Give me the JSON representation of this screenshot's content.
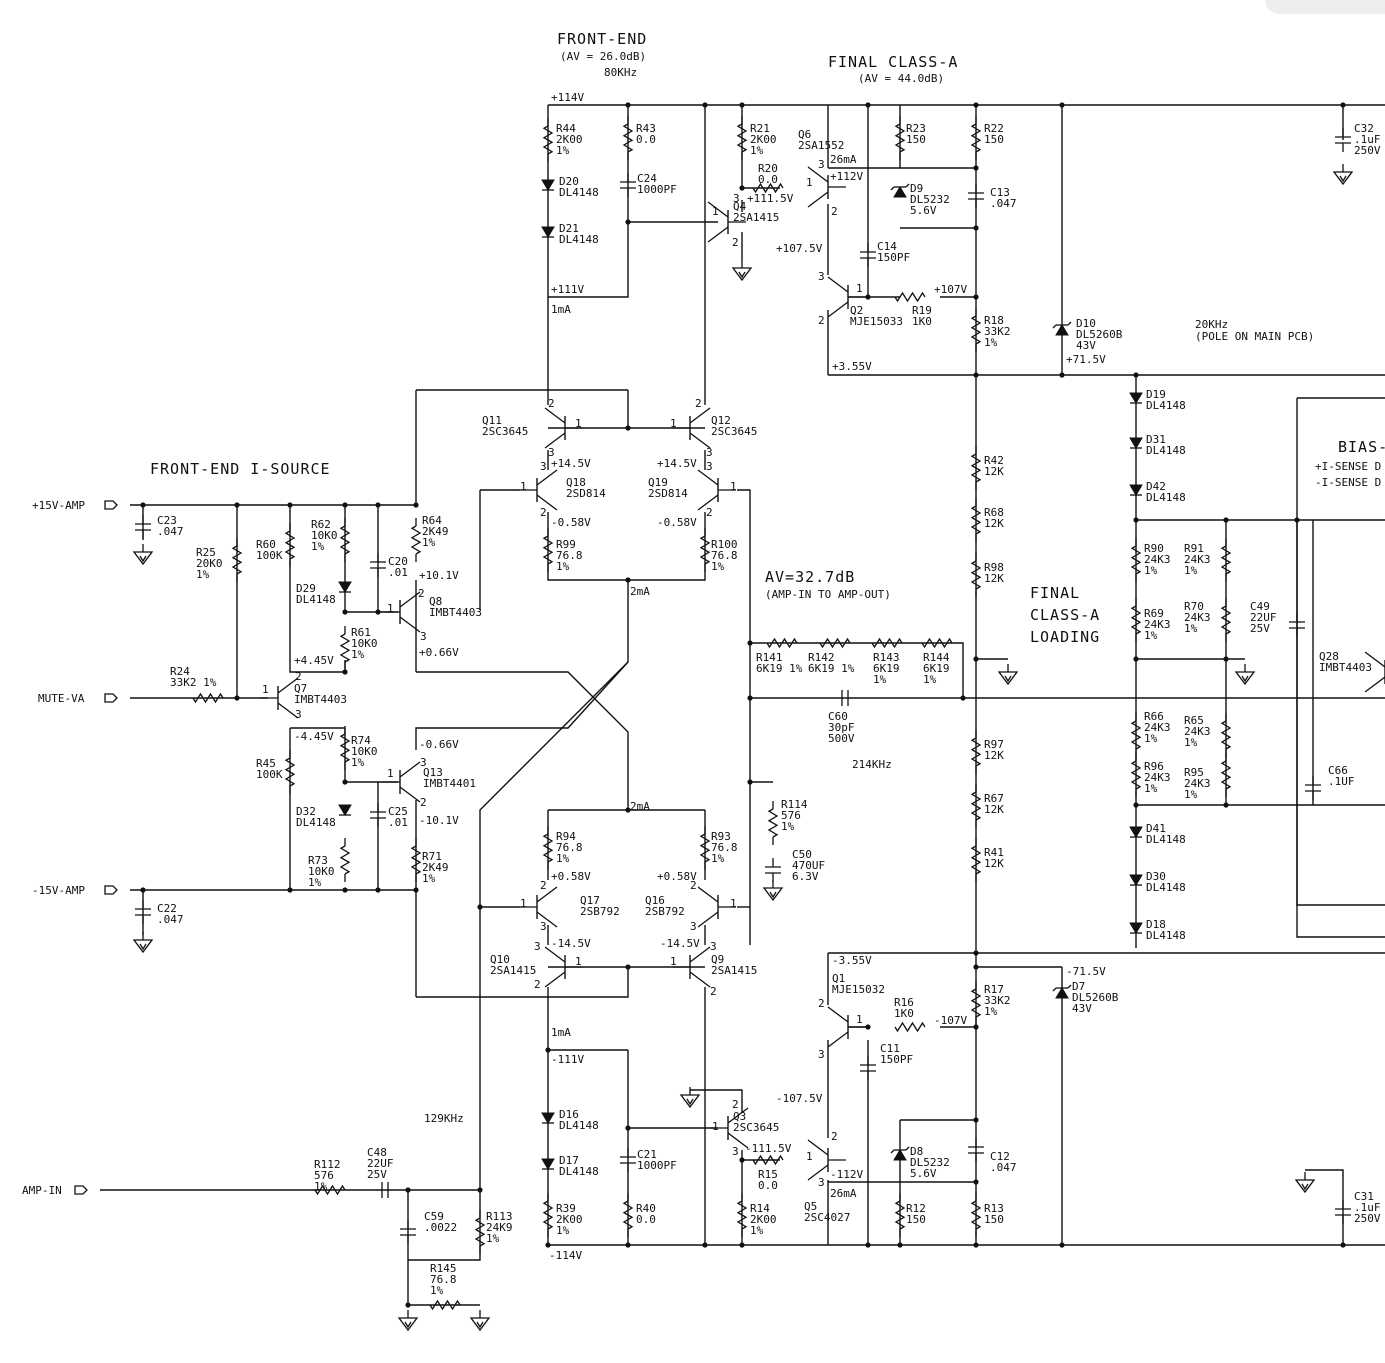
{
  "headings": {
    "front_end": "FRONT-END",
    "front_end_av": "(AV = 26.0dB)",
    "front_end_bw": "80KHz",
    "final_class_a": "FINAL CLASS-A",
    "final_class_a_av": "(AV = 44.0dB)",
    "i_source": "FRONT-END I-SOURCE",
    "loading_1": "FINAL",
    "loading_2": "CLASS-A",
    "loading_3": "LOADING",
    "av_main": "AV=32.7dB",
    "av_main_note": "(AMP-IN TO AMP-OUT)",
    "pole_freq": "20KHz",
    "pole_note": "(POLE ON MAIN PCB)",
    "bias": "BIAS-",
    "sense_pos": "+I-SENSE D",
    "sense_neg": "-I-SENSE D",
    "f_214": "214KHz",
    "f_129": "129KHz"
  },
  "ports": {
    "p15": "+15V-AMP",
    "mute": "MUTE-VA",
    "n15": "-15V-AMP",
    "ampin": "AMP-IN"
  },
  "rails": {
    "pos": "+114V",
    "neg": "-114V"
  },
  "components": {
    "r44": [
      "R44",
      "2K00",
      "1%"
    ],
    "r43": [
      "R43",
      "0.0"
    ],
    "d20": [
      "D20",
      "DL4148"
    ],
    "d21": [
      "D21",
      "DL4148"
    ],
    "c24": [
      "C24",
      "1000PF"
    ],
    "r21": [
      "R21",
      "2K00",
      "1%"
    ],
    "q6": [
      "Q6",
      "2SA1552"
    ],
    "r20": [
      "R20",
      "0.0"
    ],
    "q4": [
      "Q4",
      "2SA1415"
    ],
    "r23": [
      "R23",
      "150"
    ],
    "r22": [
      "R22",
      "150"
    ],
    "d9": [
      "D9",
      "DL5232",
      "5.6V"
    ],
    "c13": [
      "C13",
      ".047"
    ],
    "c14": [
      "C14",
      "150PF"
    ],
    "q2": [
      "Q2",
      "MJE15033"
    ],
    "r19": [
      "R19",
      "1K0"
    ],
    "r18": [
      "R18",
      "33K2",
      "1%"
    ],
    "d10": [
      "D10",
      "DL5260B",
      "43V"
    ],
    "c32": [
      "C32",
      ".1uF",
      "250V"
    ],
    "q11": [
      "Q11",
      "2SC3645"
    ],
    "q12": [
      "Q12",
      "2SC3645"
    ],
    "q18": [
      "Q18",
      "2SD814"
    ],
    "q19": [
      "Q19",
      "2SD814"
    ],
    "r99": [
      "R99",
      "76.8",
      "1%"
    ],
    "r100": [
      "R100",
      "76.8",
      "1%"
    ],
    "c23": [
      "C23",
      ".047"
    ],
    "r25": [
      "R25",
      "20K0",
      "1%"
    ],
    "r60": [
      "R60",
      "100K"
    ],
    "r62": [
      "R62",
      "10K0",
      "1%"
    ],
    "c20": [
      "C20",
      ".01"
    ],
    "r64": [
      "R64",
      "2K49",
      "1%"
    ],
    "d29": [
      "D29",
      "DL4148"
    ],
    "q8": [
      "Q8",
      "IMBT4403"
    ],
    "r61": [
      "R61",
      "10K0",
      "1%"
    ],
    "r24": [
      "R24",
      "33K2 1%"
    ],
    "q7": [
      "Q7",
      "IMBT4403"
    ],
    "r45": [
      "R45",
      "100K"
    ],
    "r74": [
      "R74",
      "10K0",
      "1%"
    ],
    "q13": [
      "Q13",
      "IMBT4401"
    ],
    "d32": [
      "D32",
      "DL4148"
    ],
    "c25": [
      "C25",
      ".01"
    ],
    "r73": [
      "R73",
      "10K0",
      "1%"
    ],
    "r71": [
      "R71",
      "2K49",
      "1%"
    ],
    "c22": [
      "C22",
      ".047"
    ],
    "r141": [
      "R141",
      "6K19 1%"
    ],
    "r142": [
      "R142",
      "6K19 1%"
    ],
    "r143": [
      "R143",
      "6K19",
      "1%"
    ],
    "r144": [
      "R144",
      "6K19",
      "1%"
    ],
    "c60": [
      "C60",
      "30pF",
      "500V"
    ],
    "r114": [
      "R114",
      "576",
      "1%"
    ],
    "c50": [
      "C50",
      "470UF",
      "6.3V"
    ],
    "r42": [
      "R42",
      "12K"
    ],
    "r68": [
      "R68",
      "12K"
    ],
    "r98": [
      "R98",
      "12K"
    ],
    "r97": [
      "R97",
      "12K"
    ],
    "r67": [
      "R67",
      "12K"
    ],
    "r41": [
      "R41",
      "12K"
    ],
    "d19": [
      "D19",
      "DL4148"
    ],
    "d31": [
      "D31",
      "DL4148"
    ],
    "d42": [
      "D42",
      "DL4148"
    ],
    "r90": [
      "R90",
      "24K3",
      "1%"
    ],
    "r91": [
      "R91",
      "24K3",
      "1%"
    ],
    "r69": [
      "R69",
      "24K3",
      "1%"
    ],
    "r70": [
      "R70",
      "24K3",
      "1%"
    ],
    "c49": [
      "C49",
      "22UF",
      "25V"
    ],
    "q28": [
      "Q28",
      "IMBT4403"
    ],
    "r66": [
      "R66",
      "24K3",
      "1%"
    ],
    "r65": [
      "R65",
      "24K3",
      "1%"
    ],
    "r96": [
      "R96",
      "24K3",
      "1%"
    ],
    "r95": [
      "R95",
      "24K3",
      "1%"
    ],
    "c66": [
      "C66",
      ".1UF"
    ],
    "d41": [
      "D41",
      "DL4148"
    ],
    "d30": [
      "D30",
      "DL4148"
    ],
    "d18": [
      "D18",
      "DL4148"
    ],
    "r94": [
      "R94",
      "76.8",
      "1%"
    ],
    "r93": [
      "R93",
      "76.8",
      "1%"
    ],
    "q17": [
      "Q17",
      "2SB792"
    ],
    "q16": [
      "Q16",
      "2SB792"
    ],
    "q10": [
      "Q10",
      "2SA1415"
    ],
    "q9": [
      "Q9",
      "2SA1415"
    ],
    "q1": [
      "Q1",
      "MJE15032"
    ],
    "r16": [
      "R16",
      "1K0"
    ],
    "r17": [
      "R17",
      "33K2",
      "1%"
    ],
    "d7": [
      "D7",
      "DL5260B",
      "43V"
    ],
    "c11": [
      "C11",
      "150PF"
    ],
    "q3": [
      "Q3",
      "2SC3645"
    ],
    "d16": [
      "D16",
      "DL4148"
    ],
    "d17": [
      "D17",
      "DL4148"
    ],
    "c21": [
      "C21",
      "1000PF"
    ],
    "r15": [
      "R15",
      "0.0"
    ],
    "d8": [
      "D8",
      "DL5232",
      "5.6V"
    ],
    "c12": [
      "C12",
      ".047"
    ],
    "r39": [
      "R39",
      "2K00",
      "1%"
    ],
    "r40": [
      "R40",
      "0.0"
    ],
    "r14": [
      "R14",
      "2K00",
      "1%"
    ],
    "q5": [
      "Q5",
      "2SC4027"
    ],
    "r12": [
      "R12",
      "150"
    ],
    "r13": [
      "R13",
      "150"
    ],
    "c31": [
      "C31",
      ".1uF",
      "250V"
    ],
    "r112": [
      "R112",
      "576",
      "1%"
    ],
    "c48": [
      "C48",
      "22UF",
      "25V"
    ],
    "c59": [
      "C59",
      ".0022"
    ],
    "r113": [
      "R113",
      "24K9",
      "1%"
    ],
    "r145": [
      "R145",
      "76.8",
      "1%"
    ]
  },
  "voltages": {
    "v111": "+111V",
    "i1ma_top": "1mA",
    "v111_5": "+111.5V",
    "v112": "+112V",
    "i26ma_top": "26mA",
    "v107_5": "+107.5V",
    "v107": "+107V",
    "v71_5": "+71.5V",
    "v3_55": "+3.55V",
    "v14_5a": "+14.5V",
    "v14_5b": "+14.5V",
    "v0_58a": "-0.58V",
    "v0_58b": "-0.58V",
    "i2ma_top": "2mA",
    "v10_1": "+10.1V",
    "v4_45": "+4.45V",
    "v0_66": "+0.66V",
    "vn4_45": "-4.45V",
    "vn0_66": "-0.66V",
    "vn10_1": "-10.1V",
    "i2ma_bot": "2mA",
    "vp0_58a": "+0.58V",
    "vp0_58b": "+0.58V",
    "vn14_5a": "-14.5V",
    "vn14_5b": "-14.5V",
    "vn3_55": "-3.55V",
    "vn71_5": "-71.5V",
    "vn107": "-107V",
    "vn107_5": "-107.5V",
    "i1ma_bot": "1mA",
    "vn111": "-111V",
    "vn111_5": "-111.5V",
    "vn112": "-112V",
    "i26ma_bot": "26mA"
  },
  "pins": {
    "p1": "1",
    "p2": "2",
    "p3": "3"
  }
}
